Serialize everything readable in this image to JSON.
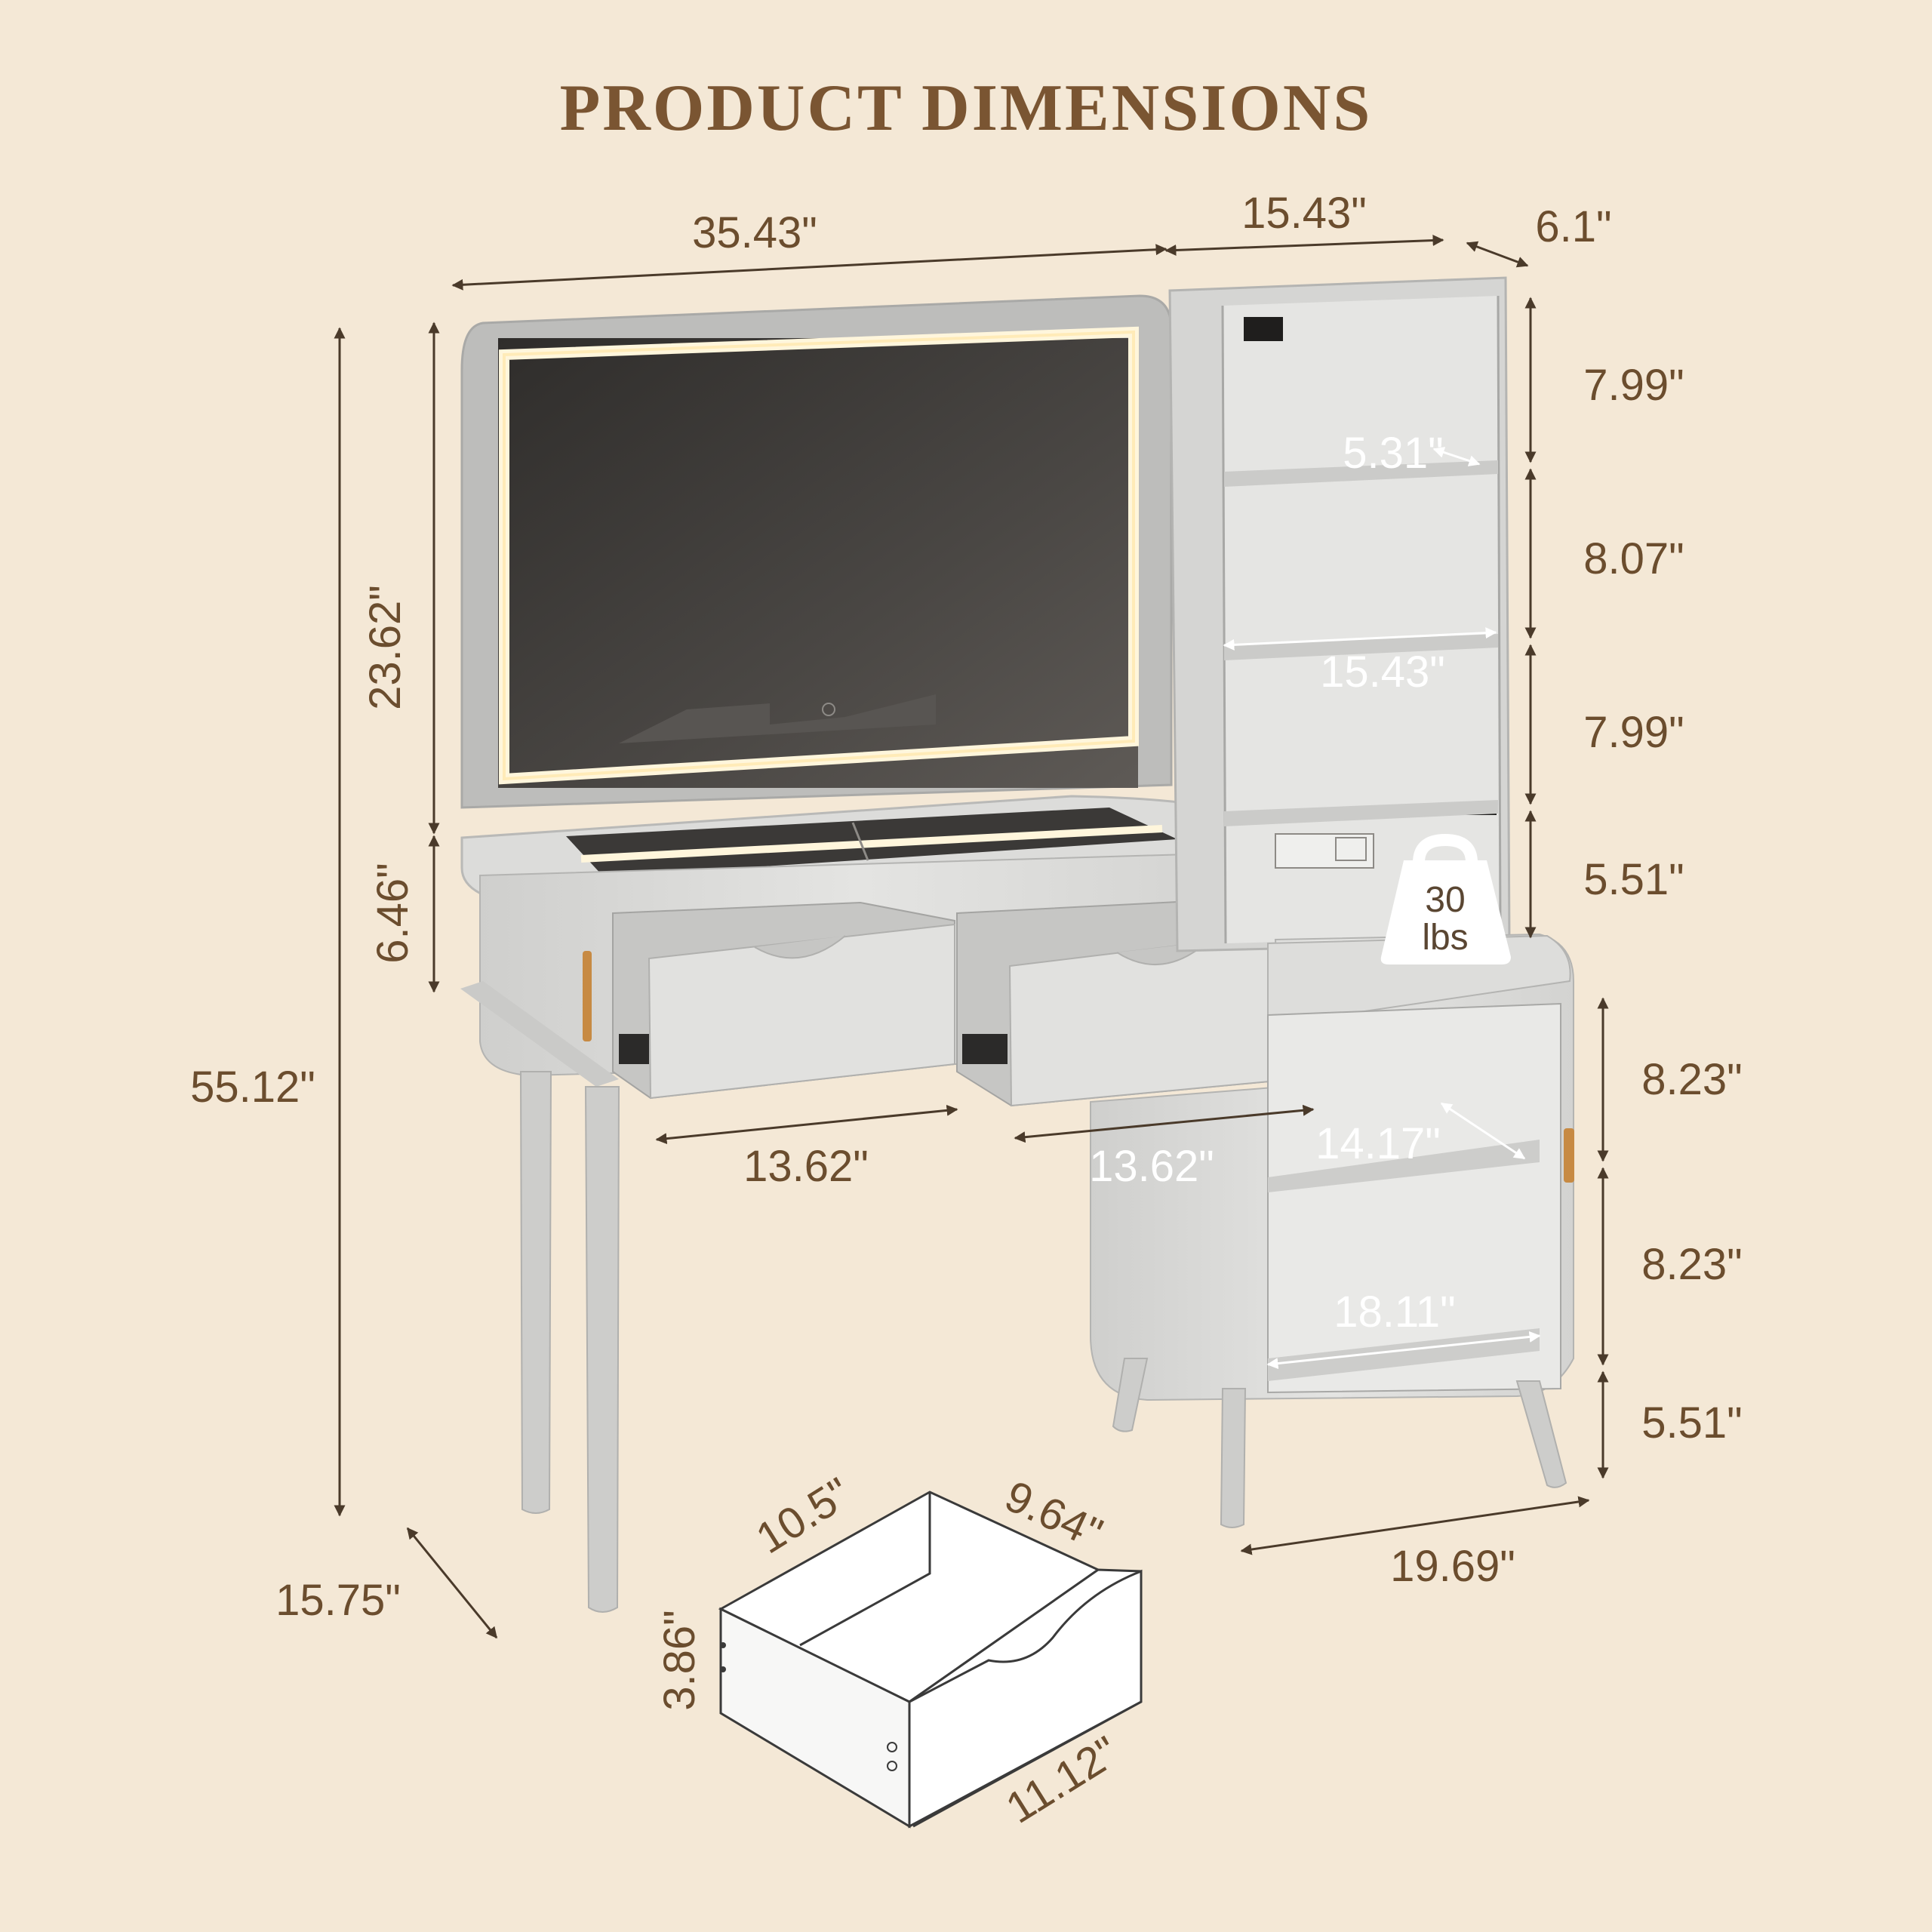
{
  "title": "PRODUCT DIMENSIONS",
  "colors": {
    "background": "#f4e8d6",
    "title": "#7a5532",
    "label": "#6b4d2e",
    "furniture": "#d9d9d7",
    "mirror": "#3a3836",
    "led": "#fff6dc",
    "handle": "#c78a43"
  },
  "weight_badge": {
    "value": "30",
    "unit": "lbs",
    "icon": "weight-icon"
  },
  "dimensions": {
    "overall_width": "35.43\"",
    "cabinet_width_top": "15.43\"",
    "cabinet_depth": "6.1\"",
    "overall_height": "55.12\"",
    "mirror_height": "23.62\"",
    "drawer_section_height": "6.46\"",
    "table_depth": "15.75\"",
    "drawer_width_left": "13.62\"",
    "drawer_width_right": "13.62\"",
    "shelf_height_1": "7.99\"",
    "shelf_height_2": "8.07\"",
    "shelf_height_3": "7.99\"",
    "shelf_height_4": "5.51\"",
    "shelf_depth": "5.31\"",
    "shelf_width": "15.43\"",
    "lower_shelf_height_1": "8.23\"",
    "lower_shelf_height_2": "8.23\"",
    "lower_leg_height": "5.51\"",
    "lower_shelf_depth": "14.17\"",
    "lower_shelf_width": "18.11\"",
    "lower_cabinet_width": "19.69\"",
    "drawer_inner_depth": "10.5\"",
    "drawer_inner_width": "9.64\"",
    "drawer_height": "3.86\"",
    "drawer_front_width": "11.12\""
  }
}
